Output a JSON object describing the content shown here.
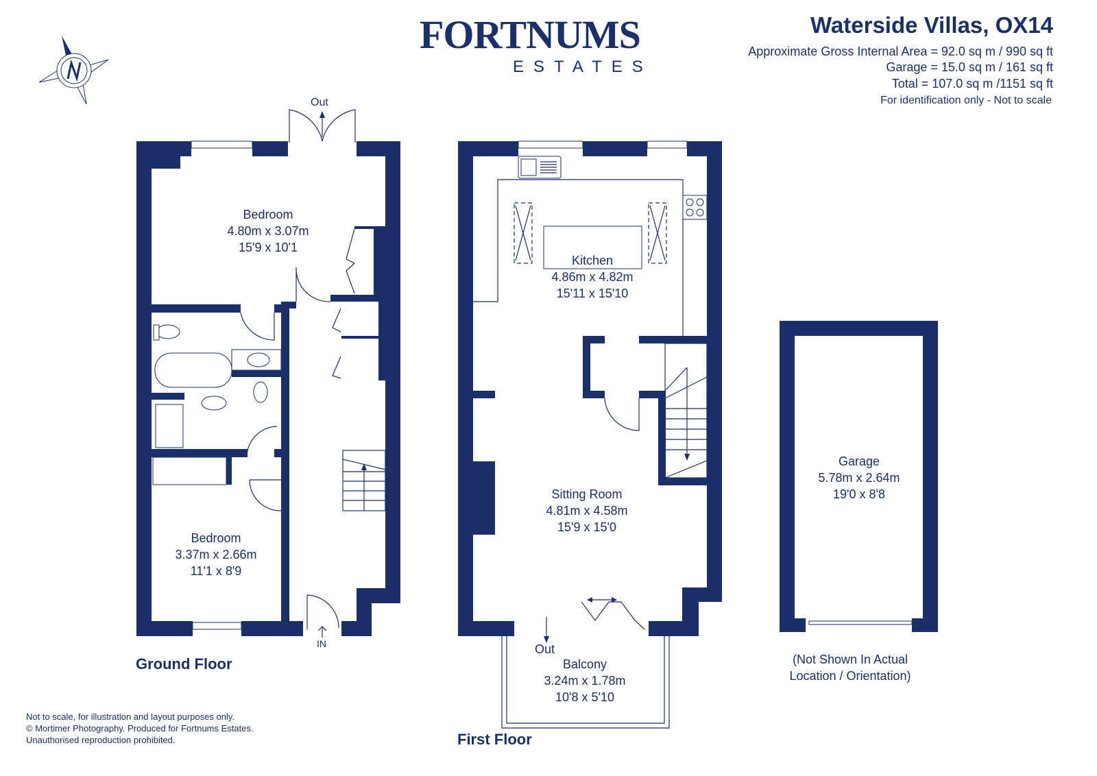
{
  "brand": {
    "name": "FORTNUMS",
    "sub": "ESTATES",
    "color": "#1b2f6b"
  },
  "header": {
    "title": "Waterside Villas, OX14",
    "gross_area": "Approximate Gross Internal Area = 92.0 sq m / 990 sq ft",
    "garage_area": "Garage = 15.0 sq m / 161 sq ft",
    "total_area": "Total = 107.0 sq m /1151 sq ft",
    "disclaimer": "For identification only - Not to scale"
  },
  "compass": {
    "icon": "north-compass-icon",
    "letter": "N"
  },
  "ground_floor": {
    "label": "Ground Floor",
    "out_label": "Out",
    "in_label": "IN",
    "rooms": [
      {
        "name": "Bedroom",
        "metric": "4.80m x 3.07m",
        "imperial": "15'9 x 10'1"
      },
      {
        "name": "Bedroom",
        "metric": "3.37m x 2.66m",
        "imperial": "11'1 x 8'9"
      }
    ]
  },
  "first_floor": {
    "label": "First Floor",
    "out_label": "Out",
    "rooms": [
      {
        "name": "Kitchen",
        "metric": "4.86m x 4.82m",
        "imperial": "15'11 x 15'10"
      },
      {
        "name": "Sitting Room",
        "metric": "4.81m x 4.58m",
        "imperial": "15'9 x 15'0"
      },
      {
        "name": "Balcony",
        "metric": "3.24m x 1.78m",
        "imperial": "10'8 x 5'10"
      }
    ]
  },
  "garage": {
    "room": {
      "name": "Garage",
      "metric": "5.78m x 2.64m",
      "imperial": "19'0 x 8'8"
    },
    "note_line1": "(Not Shown In Actual",
    "note_line2": "Location / Orientation)"
  },
  "footer": {
    "line1": "Not to scale, for illustration and layout purposes only.",
    "line2": "© Mortimer Photography. Produced for Fortnums Estates.",
    "line3": "Unauthorised reproduction prohibited."
  }
}
